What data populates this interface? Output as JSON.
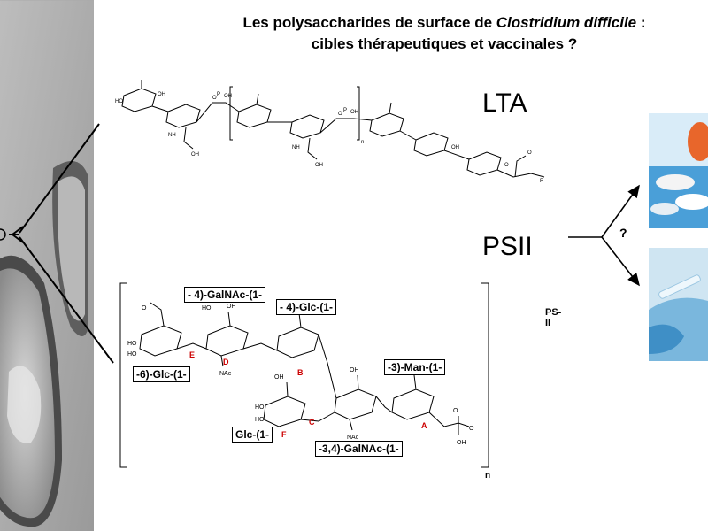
{
  "title": {
    "line1_prefix": "Les polysaccharides de surface de ",
    "line1_italic": "Clostridium difficile",
    "line1_suffix": " :",
    "line2": "cibles thérapeutiques et vaccinales ?"
  },
  "labels": {
    "lta": "LTA",
    "psii": "PSII",
    "question": "?"
  },
  "ps2": {
    "tag": "PS-II",
    "repeat_index": "n",
    "residues": {
      "galnac_4": "- 4)-GalNAc-(1-",
      "glc_4": "- 4)-Glc-(1-",
      "glc_6": "-6)-Glc-(1-",
      "man_3": "-3)-Man-(1-",
      "glc_terminal": "Glc-(1-",
      "galnac_34": "-3,4)-GalNAc-(1-"
    },
    "ring_letters": [
      "A",
      "B",
      "C",
      "D",
      "E",
      "F"
    ]
  },
  "lta": {
    "repeat_index": "n"
  },
  "colors": {
    "ring_label": "#cc0000",
    "pill_bg": "#4a9fd8",
    "vaccine_bg": "#7ab7dd"
  }
}
